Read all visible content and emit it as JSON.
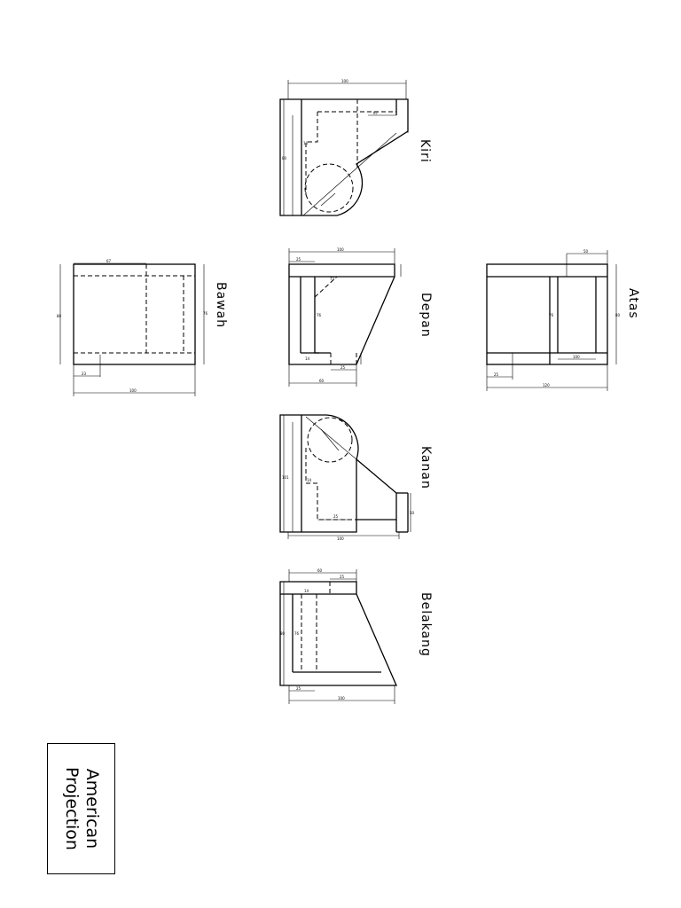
{
  "views": {
    "kiri": "Kiri",
    "bawah": "Bawah",
    "depan": "Depan",
    "atas": "Atas",
    "kanan": "Kanan",
    "belakang": "Belakang"
  },
  "projection": {
    "line1": "American",
    "line2": "Projection"
  }
}
